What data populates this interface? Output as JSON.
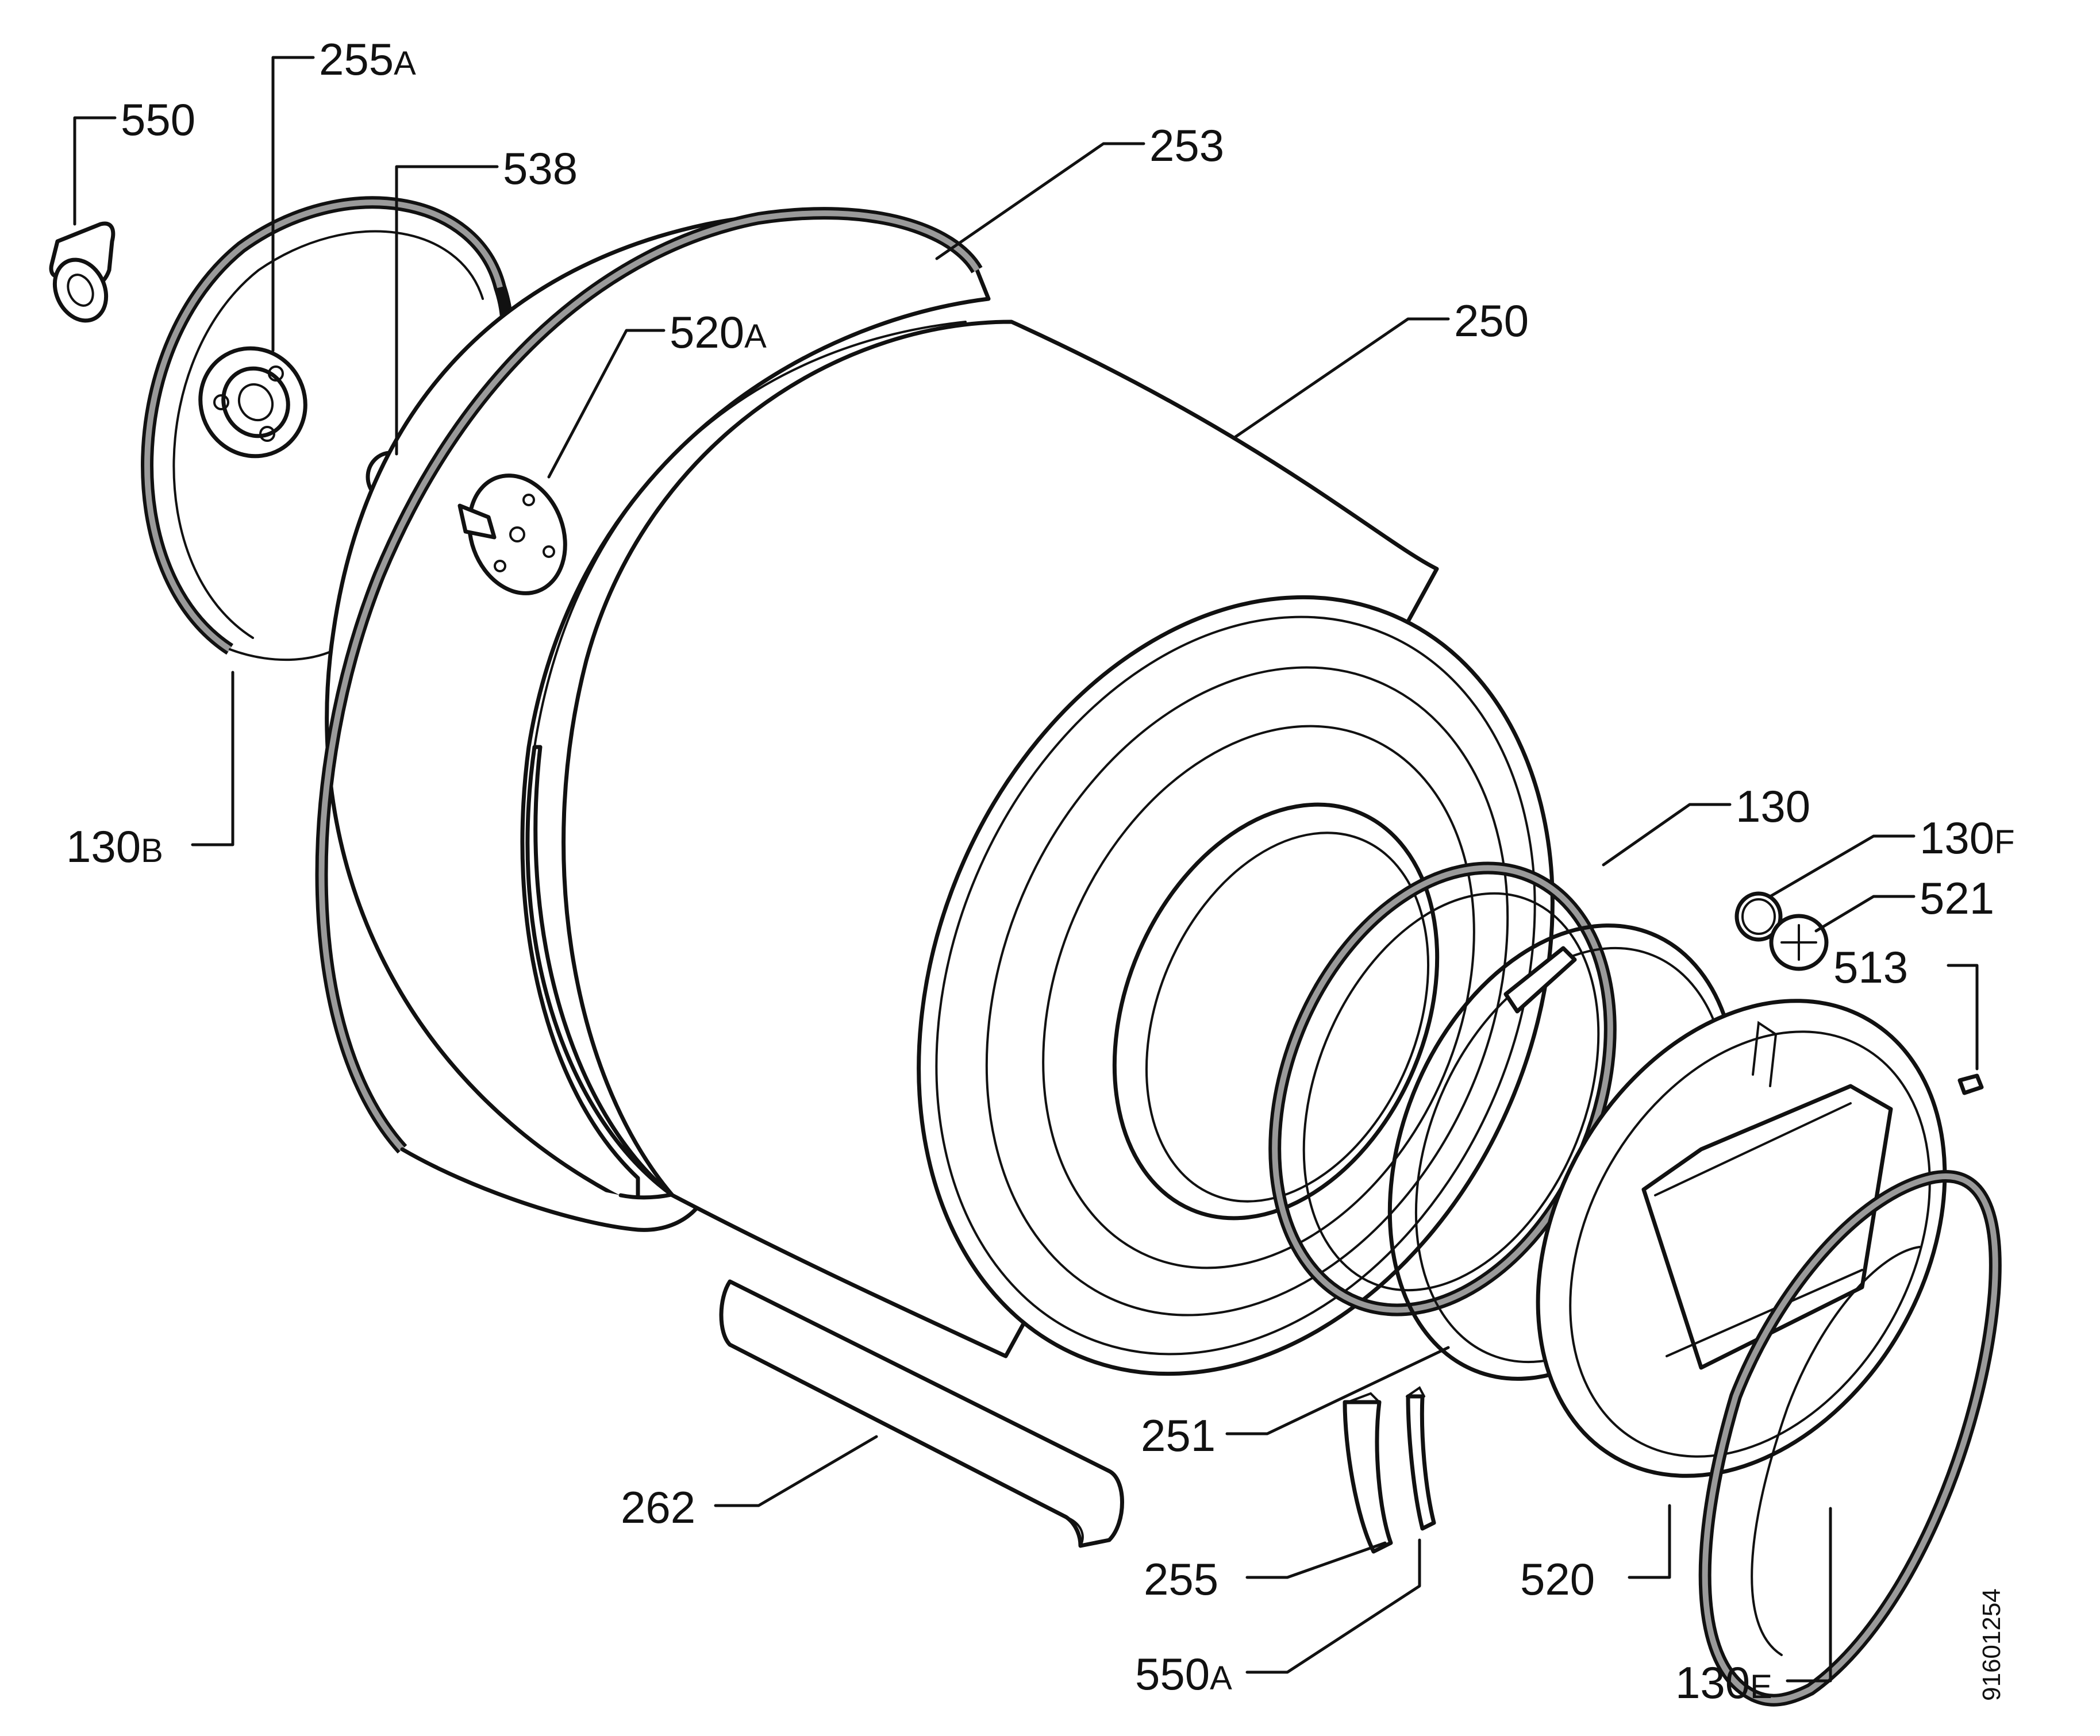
{
  "labels": [
    {
      "id": "550",
      "num": "550",
      "suffix": ""
    },
    {
      "id": "255A",
      "num": "255",
      "suffix": "A"
    },
    {
      "id": "538",
      "num": "538",
      "suffix": ""
    },
    {
      "id": "253",
      "num": "253",
      "suffix": ""
    },
    {
      "id": "520A",
      "num": "520",
      "suffix": "A"
    },
    {
      "id": "250",
      "num": "250",
      "suffix": ""
    },
    {
      "id": "130B",
      "num": "130",
      "suffix": "B"
    },
    {
      "id": "130",
      "num": "130",
      "suffix": ""
    },
    {
      "id": "130F",
      "num": "130",
      "suffix": "F"
    },
    {
      "id": "521",
      "num": "521",
      "suffix": ""
    },
    {
      "id": "513",
      "num": "513",
      "suffix": ""
    },
    {
      "id": "251",
      "num": "251",
      "suffix": ""
    },
    {
      "id": "262",
      "num": "262",
      "suffix": ""
    },
    {
      "id": "255",
      "num": "255",
      "suffix": ""
    },
    {
      "id": "550A",
      "num": "550",
      "suffix": "A"
    },
    {
      "id": "520",
      "num": "520",
      "suffix": ""
    },
    {
      "id": "130E",
      "num": "130",
      "suffix": "E"
    }
  ],
  "document_number": "91601254",
  "colors": {
    "line": "#111111",
    "gasket_shade": "#9a9a9a",
    "background": "#ffffff"
  }
}
